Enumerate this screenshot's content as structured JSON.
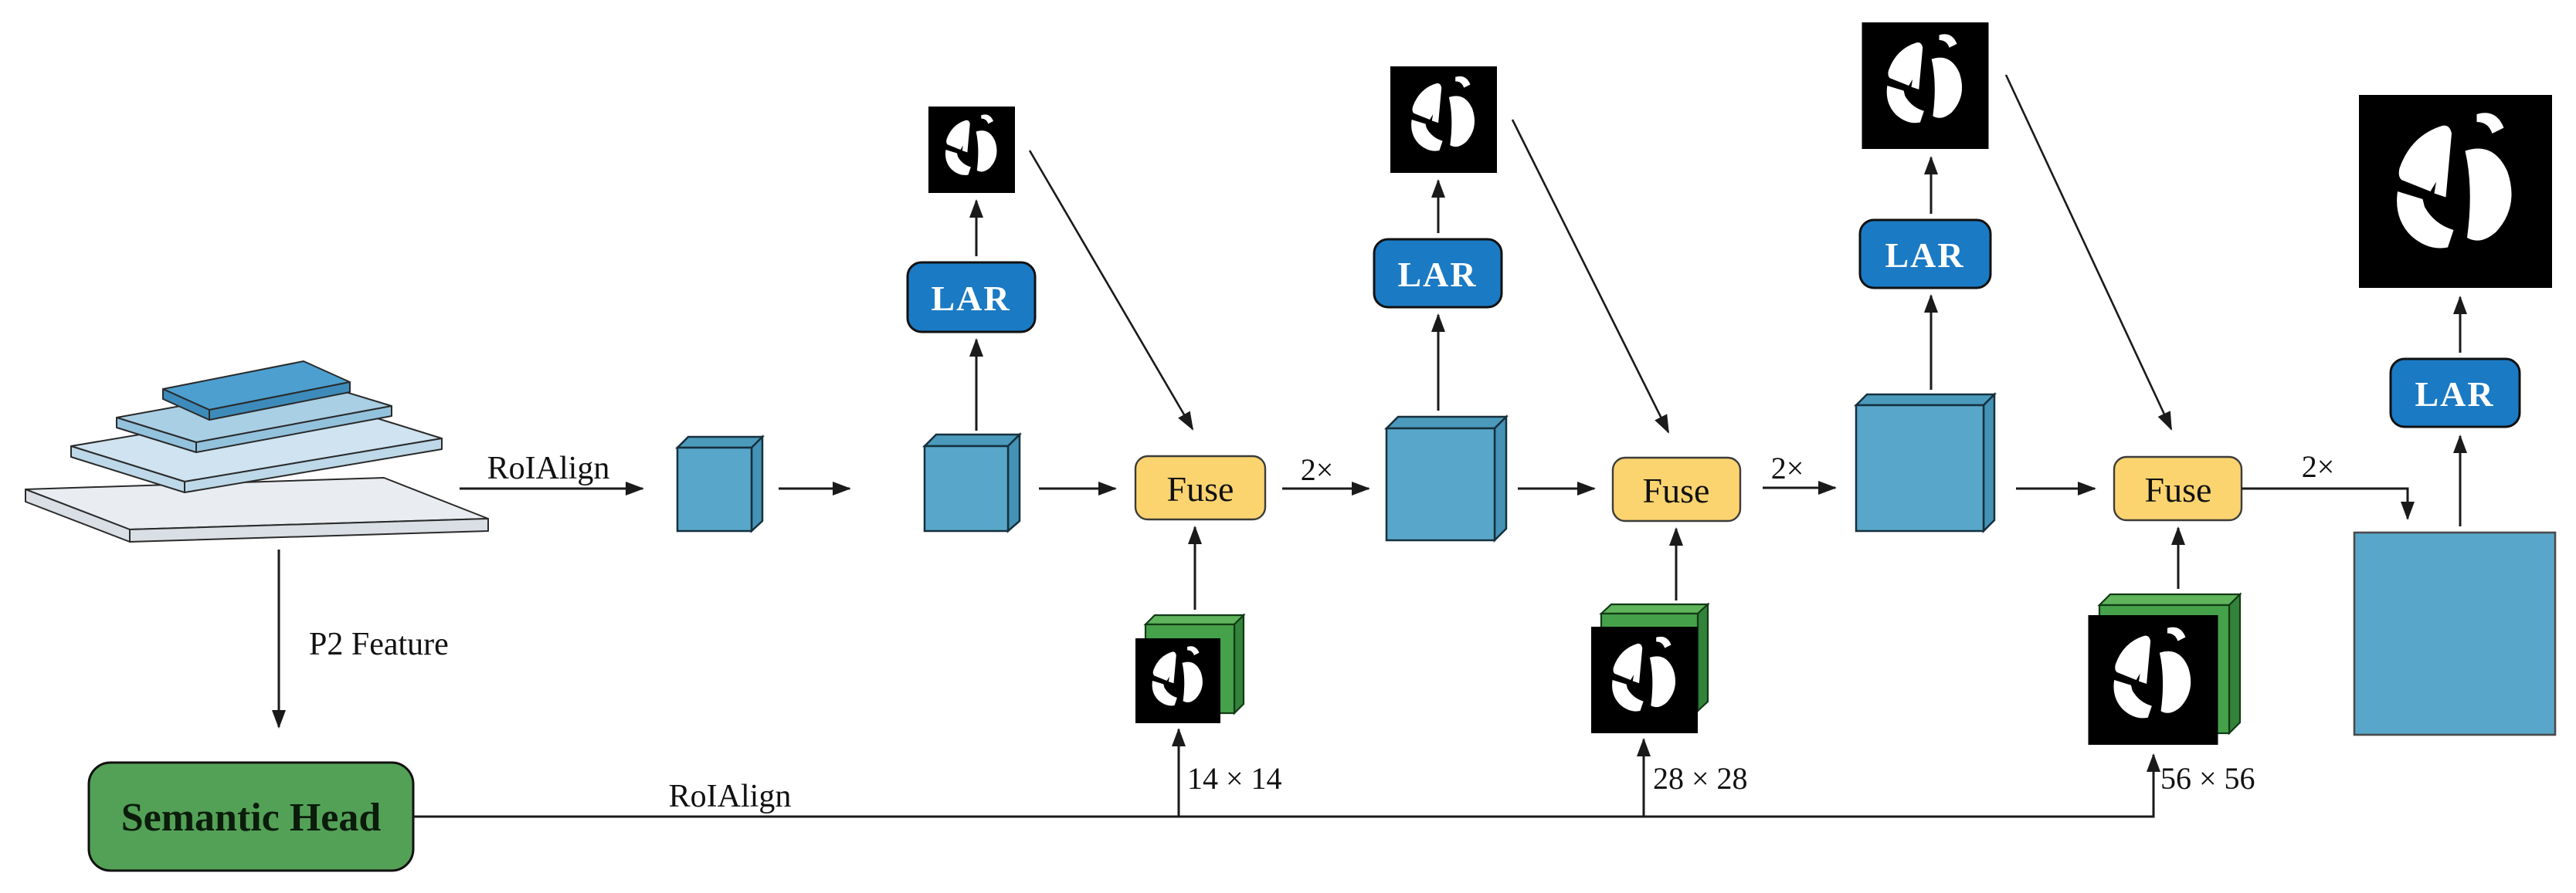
{
  "figure": {
    "type": "architecture-diagram",
    "nodes": {
      "semantic_head": "Semantic Head",
      "lar": "LAR",
      "fuse": "Fuse"
    },
    "edges": {
      "roialign": "RoIAlign",
      "p2_feature": "P2 Feature",
      "upsample_2x": "2×"
    },
    "mask_sizes": [
      "14 × 14",
      "28 × 28",
      "56 × 56"
    ],
    "icons": {
      "mask_thumbnail": "segmentation-mask-icon",
      "feature_pyramid": "fpn-feature-pyramid",
      "feature_cube": "roi-feature-map",
      "final_feature_square": "upsampled-feature-map"
    },
    "colors": {
      "lar_blue": "#1b7ac4",
      "fuse_yellow": "#fbd46f",
      "semantic_green": "#53a157",
      "feature_blue": "#58a7cb",
      "mask_green": "#46a14b",
      "pyramid_l1": "#4d9fd0",
      "pyramid_l2": "#a9cfe5",
      "pyramid_l3": "#cfe3f0",
      "pyramid_l4": "#e9edf1",
      "pyramid_l1_front": "#3d8bba",
      "pyramid_l2_front": "#93c2dd",
      "pyramid_l3_front": "#bdd8e8",
      "pyramid_l4_front": "#d9dfe4",
      "mask_bg": "#000000",
      "arrow": "#1a1a1a"
    }
  }
}
